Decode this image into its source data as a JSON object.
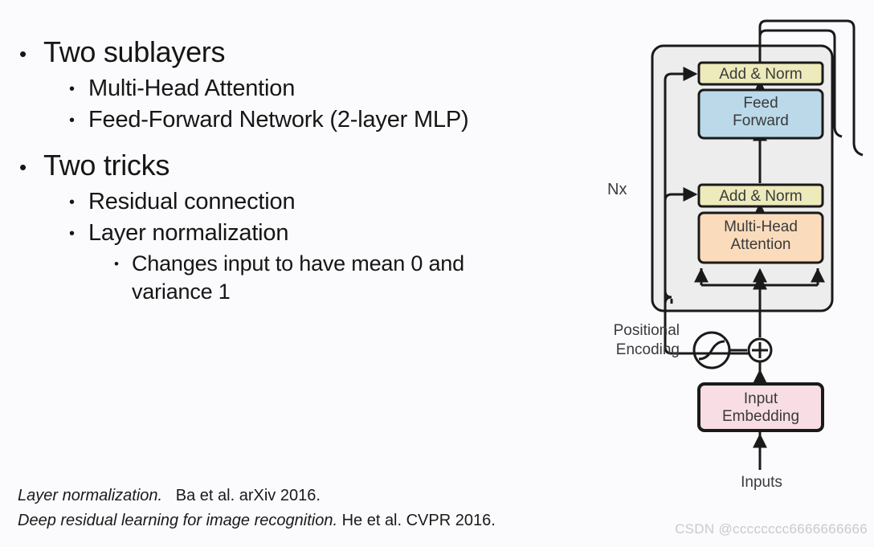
{
  "slide": {
    "bullets": [
      {
        "level": 1,
        "text": "Two sublayers"
      },
      {
        "level": 2,
        "text": "Multi-Head Attention"
      },
      {
        "level": 2,
        "text": "Feed-Forward Network (2-layer MLP)"
      },
      {
        "level": 1,
        "text": "Two tricks"
      },
      {
        "level": 2,
        "text": "Residual connection"
      },
      {
        "level": 2,
        "text": "Layer normalization"
      },
      {
        "level": 3,
        "text": "Changes input to have mean 0 and"
      },
      {
        "level": 3,
        "text": "variance 1"
      }
    ],
    "bullet_marker": "•",
    "references": [
      {
        "title": "Layer normalization.",
        "citation": "Ba et al. arXiv 2016."
      },
      {
        "title": "Deep residual learning for image recognition.",
        "citation": "He et al. CVPR 2016."
      }
    ],
    "watermark": "CSDN @cccccccc6666666666"
  },
  "diagram": {
    "name": "transformer-encoder-block",
    "repeat_label": "Nx",
    "blocks": {
      "add_norm_top": {
        "label": "Add & Norm",
        "color": "#edeabb"
      },
      "feed_forward": {
        "line1": "Feed",
        "line2": "Forward",
        "color": "#bbd9e9"
      },
      "add_norm_bottom": {
        "label": "Add & Norm",
        "color": "#edeabb"
      },
      "multi_head_attention": {
        "line1": "Multi-Head",
        "line2": "Attention",
        "color": "#fadcbc"
      },
      "input_embedding": {
        "line1": "Input",
        "line2": "Embedding",
        "color": "#f8dde4"
      }
    },
    "positional_encoding": {
      "line1": "Positional",
      "line2": "Encoding",
      "icon": "sine-wave-circle-icon"
    },
    "sum_node": {
      "symbol": "⊕",
      "name": "add-node"
    },
    "inputs_label": "Inputs",
    "panel_color": "#ededed",
    "stroke_color": "#1a1a1a"
  }
}
